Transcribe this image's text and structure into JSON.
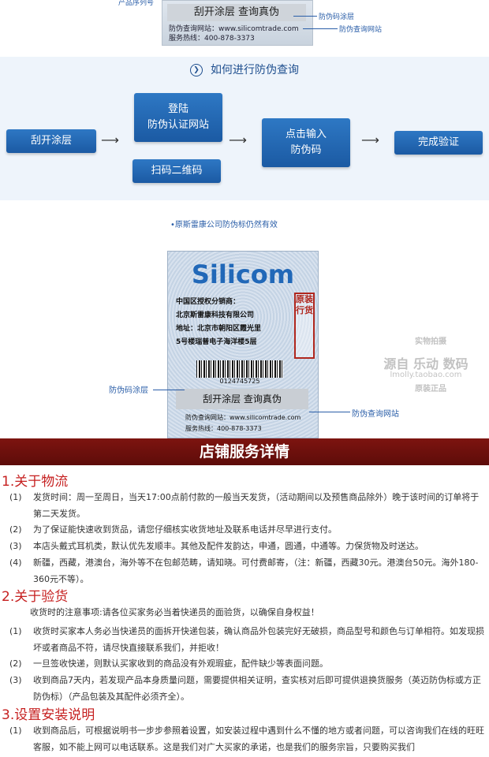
{
  "top_label": {
    "scratch": "刮开涂层 查询真伪",
    "site": "防伪查询网站：www.silicomtrade.com",
    "hotline": "服务热线：400-878-3373",
    "callout_coating": "防伪码涂层",
    "callout_site": "防伪查询网站",
    "callout_top_left": "产品序列号"
  },
  "flow": {
    "title": "如何进行防伪查询",
    "icon": "circle-chevron-right-icon",
    "steps": {
      "scratch": "刮开涂层",
      "login": "登陆\n防伪认证网站",
      "scan": "扫码二维码",
      "enter": "点击输入\n防伪码",
      "done": "完成验证"
    },
    "arrow": "⟶",
    "color": "#1b5aa3"
  },
  "note": "•原斯雷康公司防伪标仍然有效",
  "silicom_label": {
    "brand": "Silicom",
    "distributor_title": "中国区授权分销商：",
    "distributor_name": "北京斯雷康科技有限公司",
    "address_1": "地址：北京市朝阳区霞光里",
    "address_2": "5号楼瑞普电子海洋楼5层",
    "stamp": "原装行货",
    "barcode_number": "0124745725",
    "scratch": "刮开涂层 查询真伪",
    "site": "防伪查询网站：www.silicomtrade.com",
    "hotline": "服务热线：400-878-3373",
    "callout_coating": "防伪码涂层",
    "callout_site": "防伪查询网站"
  },
  "watermark": {
    "line1": "实物拍摄",
    "line2": "源自 乐动 数码",
    "line3": "lmolly.taobao.com",
    "line4": "原装正品"
  },
  "banner": "店铺服务详情",
  "sections": {
    "logistics": {
      "title": "1.关于物流",
      "items": [
        {
          "num": "(1)",
          "text": "发货时间：周一至周日，当天17:00点前付款的一般当天发货，（活动期间以及预售商品除外）晚于该时间的订单将于第二天发货。"
        },
        {
          "num": "(2)",
          "text": "为了保证能快速收到货品，请您仔细核实收货地址及联系电话并尽早进行支付。"
        },
        {
          "num": "(3)",
          "text": "本店头戴式耳机类，默认优先发顺丰。其他及配件发韵达，申通，圆通，中通等。力保货物及时送达。"
        },
        {
          "num": "(4)",
          "text": "新疆，西藏，港澳台，海外等不在包邮范畴，请知晓。可付费邮寄，（注：新疆，西藏30元。港澳台50元。海外180-360元不等）。"
        }
      ]
    },
    "inspection": {
      "title": "2.关于验货",
      "intro": "收货时的注意事项:请各位买家务必当着快递员的面验货，以确保自身权益！",
      "items": [
        {
          "num": "(1)",
          "text": "收货时买家本人务必当快递员的面拆开快递包装，确认商品外包装完好无破损，商品型号和颜色与订单相符。如发现损坏或者商品不符，请尽快直接联系我们，并拒收！"
        },
        {
          "num": "(2)",
          "text": "一旦签收快递，则默认买家收到的商品没有外观瑕疵，配件缺少等表面问题。"
        },
        {
          "num": "(3)",
          "text": "收到商品7天内，若发现产品本身质量问题，需要提供相关证明，查实核对后即可提供退换货服务（英迈防伪标或方正防伪标）（产品包装及其配件必须齐全）。"
        }
      ]
    },
    "install": {
      "title": "3.设置安装说明",
      "items": [
        {
          "num": "(1)",
          "text": "收到商品后，可根据说明书一步步参照着设置，如安装过程中遇到什么不懂的地方或者问题，可以咨询我们在线的旺旺客服，如不能上网可以电话联系。这是我们对广大买家的承诺，也是我们的服务宗旨，只要购买我们"
        }
      ]
    }
  }
}
